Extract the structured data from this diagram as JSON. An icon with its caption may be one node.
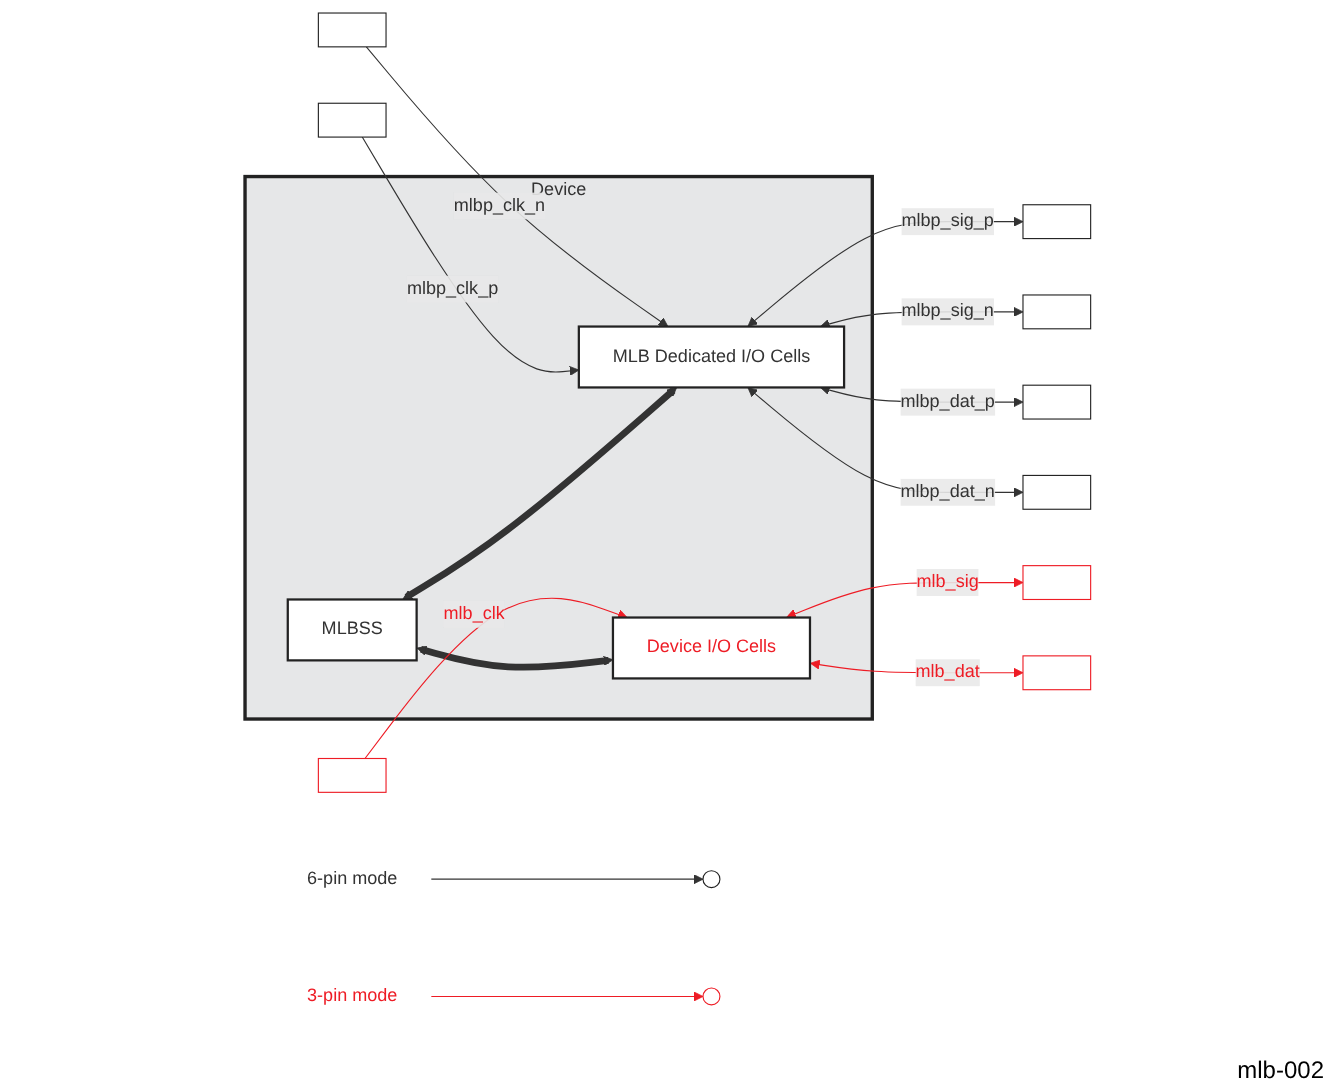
{
  "diagram": {
    "nodes": [
      {
        "text": [
          "Device"
        ]
      },
      {
        "text": [
          "MLBSS"
        ],
        "in": 0
      },
      {
        "text": [
          "MLB Dedicated I/O Cells"
        ],
        "in": 0
      },
      {
        "text": [
          "Device I/O Cells"
        ],
        "in": 0
      },
      {
        "text": [],
        "shape": "box"
      },
      {
        "text": [],
        "shape": "box"
      },
      {
        "text": [],
        "shape": "box"
      },
      {
        "text": [],
        "shape": "box"
      },
      {
        "text": [],
        "shape": "box"
      },
      {
        "text": [],
        "shape": "box"
      },
      {
        "text": [],
        "shape": "box"
      },
      {
        "text": [],
        "shape": "box"
      },
      {
        "text": [],
        "shape": "box"
      },
      {
        "text": [],
        "shape": "circle"
      },
      {
        "text": [],
        "shape": "circle"
      },
      {
        "text": [
          "6-pin mode"
        ]
      },
      {
        "text": [
          "3-pin mode"
        ]
      }
    ],
    "edges": [
      {
        "from": 1,
        "to": 2,
        "arrow": "both",
        "style": "thick"
      },
      {
        "from": 1,
        "to": 3,
        "arrow": "both",
        "style": "thick"
      },
      {
        "from": 2,
        "to": 4,
        "arrow": "both",
        "label": "mlbp_sig_p"
      },
      {
        "from": 2,
        "to": 5,
        "arrow": "both",
        "label": "mlbp_sig_n"
      },
      {
        "from": 2,
        "to": 6,
        "arrow": "both",
        "label": "mlbp_dat_p"
      },
      {
        "from": 2,
        "to": 7,
        "arrow": "both",
        "label": "mlbp_dat_n"
      },
      {
        "from": 8,
        "to": 2,
        "arrow": "to",
        "label": "mlbp_clk_p"
      },
      {
        "from": 9,
        "to": 2,
        "arrow": "to",
        "label": "mlbp_clk_n"
      },
      {
        "from": 3,
        "to": 10,
        "arrow": "both",
        "label": "mlb_sig",
        "color": "#ee1c25"
      },
      {
        "from": 3,
        "to": 11,
        "arrow": "both",
        "label": "mlb_dat",
        "color": "#ee1c25"
      },
      {
        "from": 12,
        "to": 3,
        "arrow": "to",
        "label": "mlb_clk",
        "color": "#ee1c25"
      },
      {
        "from": 15,
        "to": 13,
        "arrow": "to"
      },
      {
        "from": 16,
        "to": 14,
        "arrow": "to",
        "color": "#ee1c25"
      }
    ],
    "labels": [
      "mlb-002"
    ]
  }
}
